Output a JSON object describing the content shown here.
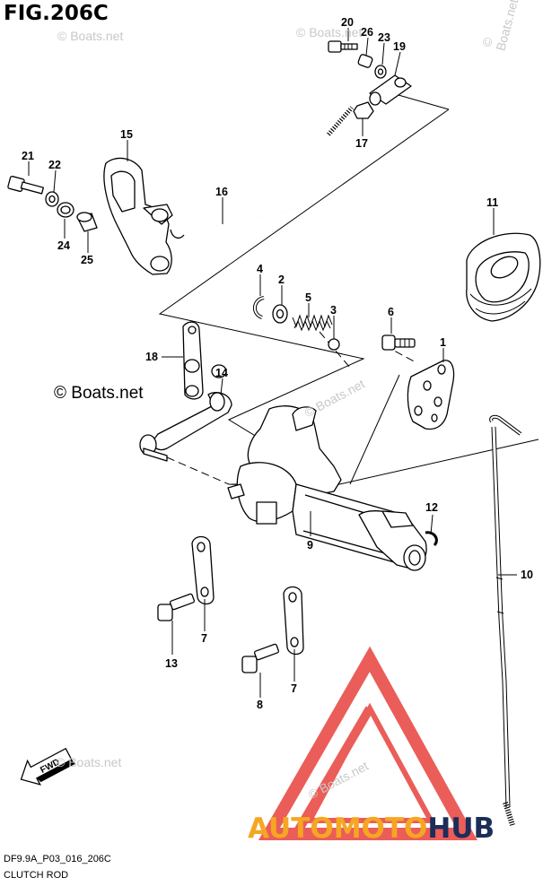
{
  "figure": {
    "title": "FIG.206C",
    "code": "DF9.9A_P03_016_206C",
    "caption": "CLUTCH ROD"
  },
  "watermarks": {
    "main": "© Boats.net",
    "faint": "© Boats.net"
  },
  "brand": {
    "part_a": "AUTOMOTO",
    "part_b": "HUB",
    "color_a": "#f5a623",
    "color_b": "#1c2d5a",
    "logo_color": "#e8413c"
  },
  "fwd_label": "FWD",
  "callouts": [
    {
      "id": "c1",
      "label": "1"
    },
    {
      "id": "c2",
      "label": "2"
    },
    {
      "id": "c3",
      "label": "3"
    },
    {
      "id": "c4",
      "label": "4"
    },
    {
      "id": "c5",
      "label": "5"
    },
    {
      "id": "c6",
      "label": "6"
    },
    {
      "id": "c7a",
      "label": "7"
    },
    {
      "id": "c7b",
      "label": "7"
    },
    {
      "id": "c8",
      "label": "8"
    },
    {
      "id": "c9",
      "label": "9"
    },
    {
      "id": "c10",
      "label": "10"
    },
    {
      "id": "c11",
      "label": "11"
    },
    {
      "id": "c12",
      "label": "12"
    },
    {
      "id": "c13",
      "label": "13"
    },
    {
      "id": "c14",
      "label": "14"
    },
    {
      "id": "c15",
      "label": "15"
    },
    {
      "id": "c16",
      "label": "16"
    },
    {
      "id": "c17",
      "label": "17"
    },
    {
      "id": "c18",
      "label": "18"
    },
    {
      "id": "c19",
      "label": "19"
    },
    {
      "id": "c20",
      "label": "20"
    },
    {
      "id": "c21",
      "label": "21"
    },
    {
      "id": "c22",
      "label": "22"
    },
    {
      "id": "c23",
      "label": "23"
    },
    {
      "id": "c24",
      "label": "24"
    },
    {
      "id": "c25",
      "label": "25"
    },
    {
      "id": "c26",
      "label": "26"
    }
  ]
}
